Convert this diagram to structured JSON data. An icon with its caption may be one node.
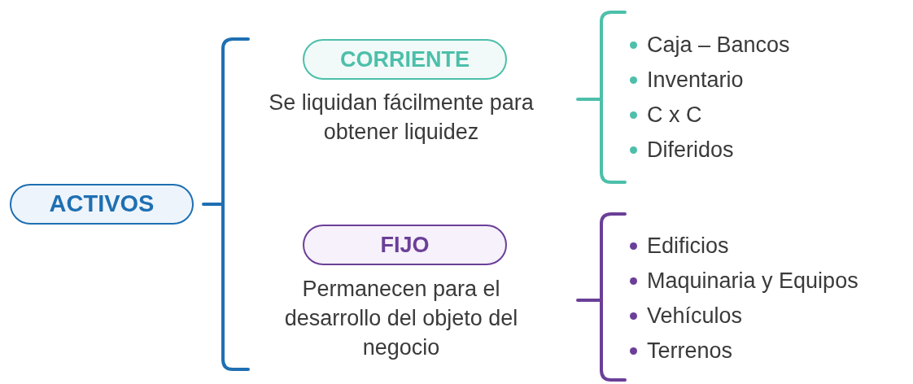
{
  "diagram": {
    "nodes": [
      {
        "text": [
          "ACTIVOS"
        ]
      },
      {
        "text": [
          "CORRIENTE"
        ],
        "beside": [
          "Se liquidan fácilmente para obtener liquidez"
        ]
      },
      {
        "text": [
          "FIJO"
        ],
        "beside": [
          "Permanecen para el desarrollo del objeto del negocio"
        ]
      }
    ],
    "labels": [
      "Caja – Bancos",
      "Inventario",
      "C x C",
      "Diferidos",
      "Edificios",
      "Maquinaria y Equipos",
      "Vehículos",
      "Terrenos"
    ]
  }
}
